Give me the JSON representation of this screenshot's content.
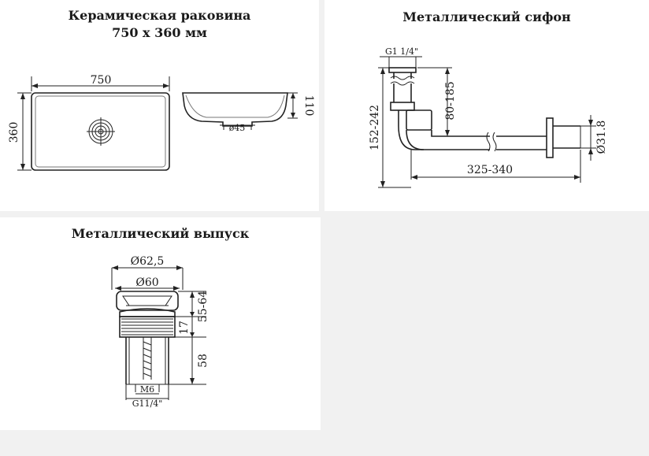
{
  "sink": {
    "title_line1": "Керамическая раковина",
    "title_line2": "750 х 360 мм",
    "width_label": "750",
    "height_label": "360",
    "depth_label": "110",
    "drain_dia_label": "ø45"
  },
  "siphon": {
    "title": "Металлический сифон",
    "thread_label": "G1 1/4\"",
    "vertical_adjust_label": "80-185",
    "total_height_label": "152-242",
    "length_label": "325-340",
    "outlet_dia_label": "Ø31.8"
  },
  "drain": {
    "title": "Металлический выпуск",
    "outer_dia_label": "Ø62,5",
    "inner_dia_label": "Ø60",
    "height_range_label": "55-64",
    "collar_label": "17",
    "body_label": "58",
    "bolt_label": "M6",
    "thread_label": "G11/4\""
  }
}
